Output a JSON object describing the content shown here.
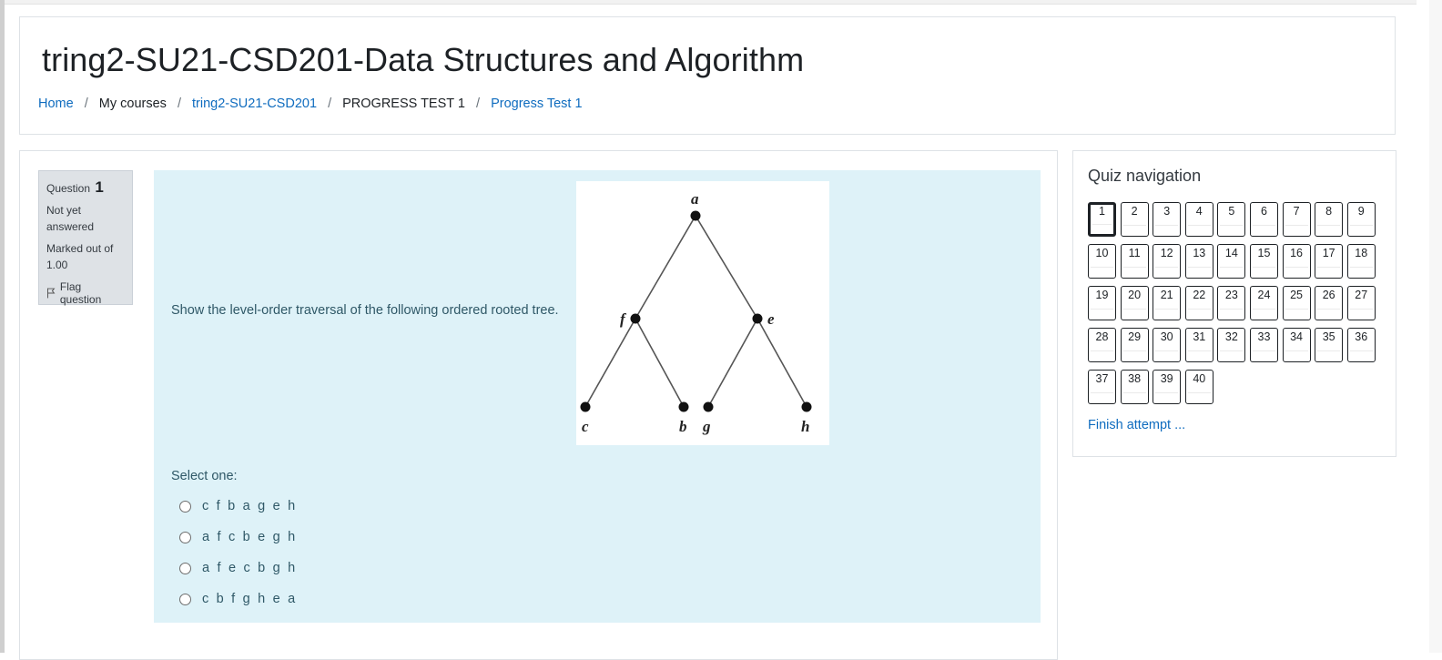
{
  "page": {
    "title": "tring2-SU21-CSD201-Data Structures and Algorithm"
  },
  "breadcrumb": [
    {
      "label": "Home",
      "link": true
    },
    {
      "label": "My courses",
      "link": false
    },
    {
      "label": "tring2-SU21-CSD201",
      "link": true
    },
    {
      "label": "PROGRESS TEST 1",
      "link": false
    },
    {
      "label": "Progress Test 1",
      "link": true
    }
  ],
  "breadcrumb_separator": "/",
  "question": {
    "label": "Question",
    "number": "1",
    "state": "Not yet answered",
    "grade": "Marked out of 1.00",
    "flag_label": "Flag question",
    "text": "Show the level-order traversal of the following ordered rooted tree.",
    "select_label": "Select one:",
    "answers": [
      "c f b a g e h",
      "a f c b e g h",
      "a f e c b g h",
      "c b f g h e a"
    ],
    "tree_labels": {
      "a": "a",
      "f": "f",
      "e": "e",
      "c": "c",
      "b": "b",
      "g": "g",
      "h": "h"
    }
  },
  "quiz_nav": {
    "title": "Quiz navigation",
    "current": 1,
    "buttons": [
      "1",
      "2",
      "3",
      "4",
      "5",
      "6",
      "7",
      "8",
      "9",
      "10",
      "11",
      "12",
      "13",
      "14",
      "15",
      "16",
      "17",
      "18",
      "19",
      "20",
      "21",
      "22",
      "23",
      "24",
      "25",
      "26",
      "27",
      "28",
      "29",
      "30",
      "31",
      "32",
      "33",
      "34",
      "35",
      "36",
      "37",
      "38",
      "39",
      "40"
    ],
    "finish_label": "Finish attempt ..."
  },
  "colors": {
    "link": "#0f6cbf",
    "question_bg": "#def2f8",
    "question_text": "#2f5867",
    "info_bg": "#dee2e6"
  }
}
